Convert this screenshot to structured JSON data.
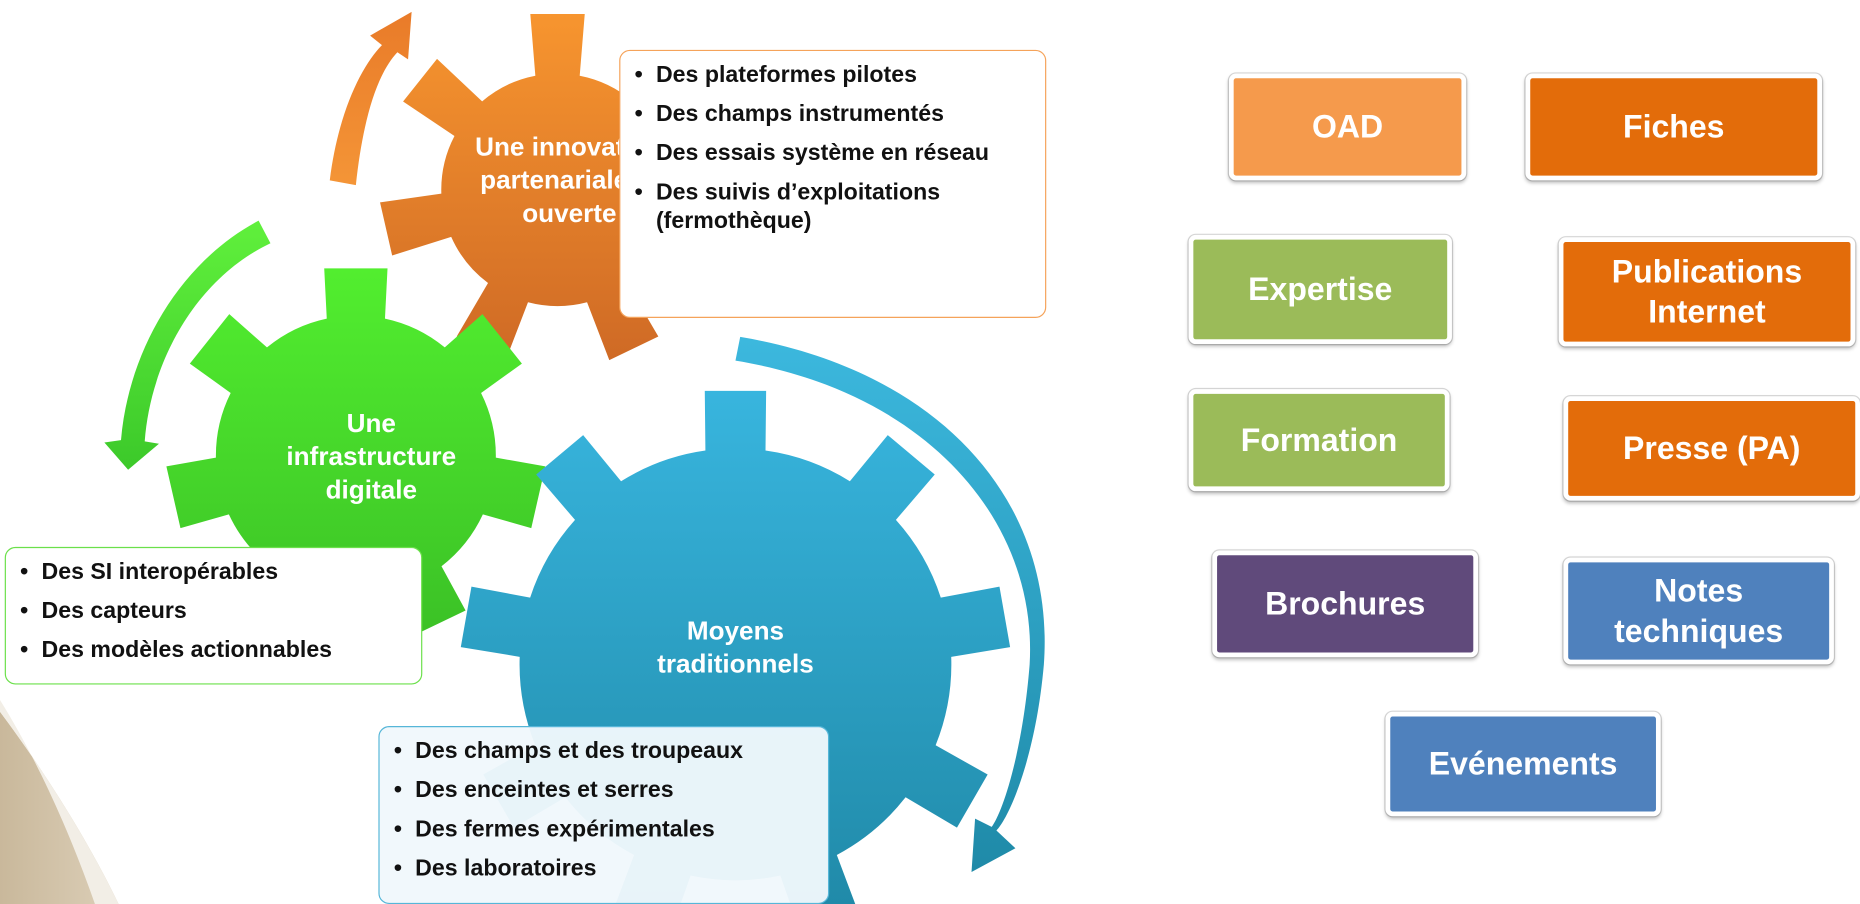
{
  "gears": {
    "orange": {
      "label": "Une innovation partenariale et ouverte",
      "color": "#e9802f"
    },
    "green": {
      "label": "Une infrastructure digitale",
      "color": "#49d62b"
    },
    "blue": {
      "label": "Moyens traditionnels",
      "color": "#2ba6cb"
    }
  },
  "boxes": {
    "orange_box": {
      "items": [
        "Des plateformes pilotes",
        "Des champs instrumentés",
        "Des essais système en réseau",
        "Des suivis d’exploitations (fermothèque)"
      ]
    },
    "green_box": {
      "items": [
        "Des SI interopérables",
        "Des capteurs",
        "Des modèles actionnables"
      ]
    },
    "blue_box": {
      "items": [
        "Des champs et des troupeaux",
        "Des enceintes et serres",
        "Des fermes expérimentales",
        "Des laboratoires"
      ]
    }
  },
  "tiles": {
    "oad": {
      "label": "OAD",
      "color": "#f59a4c"
    },
    "fiches": {
      "label": "Fiches",
      "color": "#e36c0a"
    },
    "expertise": {
      "label": "Expertise",
      "color": "#9bbb59"
    },
    "publications": {
      "label": "Publications Internet",
      "color": "#e36c0a"
    },
    "formation": {
      "label": "Formation",
      "color": "#9bbb59"
    },
    "presse": {
      "label": "Presse (PA)",
      "color": "#e36c0a"
    },
    "brochures": {
      "label": "Brochures",
      "color": "#604a7b"
    },
    "notes": {
      "label": "Notes techniques",
      "color": "#4f81bd"
    },
    "evenements": {
      "label": "Evénements",
      "color": "#4f81bd"
    }
  }
}
